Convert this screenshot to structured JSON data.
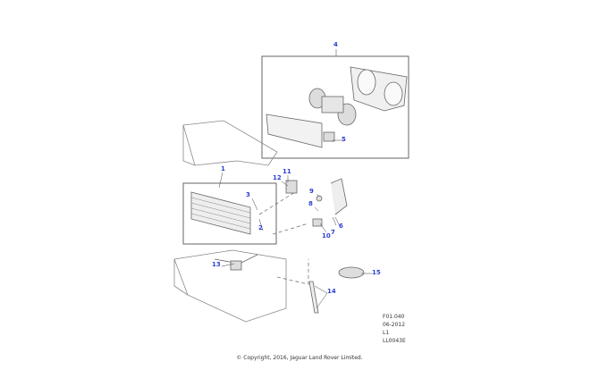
{
  "diagram": {
    "callouts": [
      "1",
      "2",
      "3",
      "4",
      "5",
      "6",
      "7",
      "8",
      "9",
      "10",
      "11",
      "12",
      "13",
      "14",
      "15"
    ],
    "codes": [
      "F01.040",
      "06-2012",
      "L1",
      "LL0043E"
    ],
    "copyright": "© Copyright, 2016, Jaguar Land Rover Limited.",
    "colors": {
      "callout": "#2b3fd0",
      "line": "#555555"
    }
  }
}
